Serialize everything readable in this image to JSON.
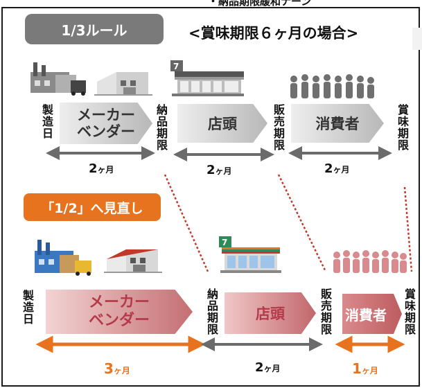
{
  "caption": "・納品期限緩和ナーン",
  "rule_badge": "1/3ルール",
  "heading": "<賞味期限６ヶ月の場合>",
  "revised_badge": "「1/2」へ見直し",
  "top": {
    "labels": {
      "manufacture": "製造日",
      "delivery_deadline": "納品期限",
      "sales_deadline": "販売期限",
      "best_before": "賞味期限"
    },
    "stages": {
      "maker": [
        "メーカー",
        "ベンダー"
      ],
      "store": "店頭",
      "consumer": "消費者"
    },
    "durations": [
      {
        "value": "2",
        "unit": "ヶ月"
      },
      {
        "value": "2",
        "unit": "ヶ月"
      },
      {
        "value": "2",
        "unit": "ヶ月"
      }
    ]
  },
  "bottom": {
    "labels": {
      "manufacture": "製造日",
      "delivery_deadline": "納品期限",
      "sales_deadline": "販売期限",
      "best_before": "賞味期限"
    },
    "stages": {
      "maker": [
        "メーカー",
        "ベンダー"
      ],
      "store": "店頭",
      "consumer": "消費者"
    },
    "durations": [
      {
        "value": "3",
        "unit": "ヶ月"
      },
      {
        "value": "2",
        "unit": "ヶ月"
      },
      {
        "value": "1",
        "unit": "ヶ月"
      }
    ]
  },
  "colors": {
    "gray_badge": "#7a7a7a",
    "orange": "#e8731f",
    "dark_red": "#c0392b",
    "arrow_gray": "#6b6b6b"
  }
}
